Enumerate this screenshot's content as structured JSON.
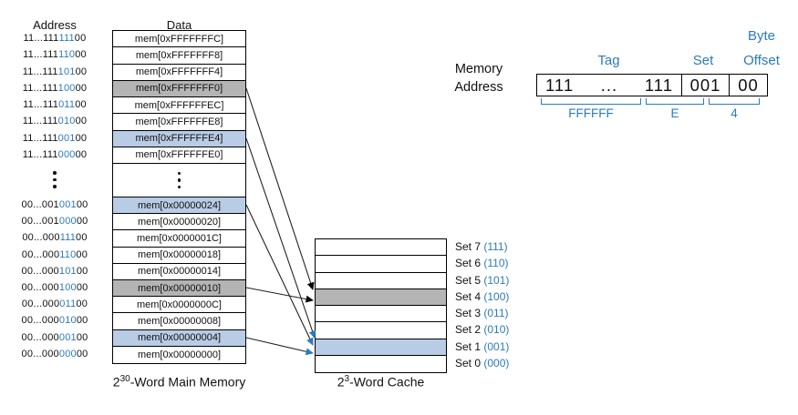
{
  "colors": {
    "accent_blue": "#2B7BBE",
    "highlight_blue": "#B9CCE5",
    "highlight_gray": "#B4B4B4",
    "line": "#000000"
  },
  "headers": {
    "address": "Address",
    "data": "Data"
  },
  "memory": {
    "caption_base": "2",
    "caption_exp": "30",
    "caption_rest": "-Word Main Memory",
    "rows_top": [
      {
        "pre": "11...111",
        "set": "111",
        "off": "00",
        "data": "mem[0xFFFFFFFC]",
        "hl": "none"
      },
      {
        "pre": "11...111",
        "set": "110",
        "off": "00",
        "data": "mem[0xFFFFFFF8]",
        "hl": "none"
      },
      {
        "pre": "11...111",
        "set": "101",
        "off": "00",
        "data": "mem[0xFFFFFFF4]",
        "hl": "none"
      },
      {
        "pre": "11...111",
        "set": "100",
        "off": "00",
        "data": "mem[0xFFFFFFF0]",
        "hl": "gray"
      },
      {
        "pre": "11...111",
        "set": "011",
        "off": "00",
        "data": "mem[0xFFFFFFEC]",
        "hl": "none"
      },
      {
        "pre": "11...111",
        "set": "010",
        "off": "00",
        "data": "mem[0xFFFFFFE8]",
        "hl": "none"
      },
      {
        "pre": "11...111",
        "set": "001",
        "off": "00",
        "data": "mem[0xFFFFFFE4]",
        "hl": "blue"
      },
      {
        "pre": "11...111",
        "set": "000",
        "off": "00",
        "data": "mem[0xFFFFFFE0]",
        "hl": "none"
      }
    ],
    "rows_bottom": [
      {
        "pre": "00...001",
        "set": "001",
        "off": "00",
        "data": "mem[0x00000024]",
        "hl": "blue"
      },
      {
        "pre": "00...001",
        "set": "000",
        "off": "00",
        "data": "mem[0x00000020]",
        "hl": "none"
      },
      {
        "pre": "00...000",
        "set": "111",
        "off": "00",
        "data": "mem[0x0000001C]",
        "hl": "none"
      },
      {
        "pre": "00...000",
        "set": "110",
        "off": "00",
        "data": "mem[0x00000018]",
        "hl": "none"
      },
      {
        "pre": "00...000",
        "set": "101",
        "off": "00",
        "data": "mem[0x00000014]",
        "hl": "none"
      },
      {
        "pre": "00...000",
        "set": "100",
        "off": "00",
        "data": "mem[0x00000010]",
        "hl": "gray"
      },
      {
        "pre": "00...000",
        "set": "011",
        "off": "00",
        "data": "mem[0x0000000C]",
        "hl": "none"
      },
      {
        "pre": "00...000",
        "set": "010",
        "off": "00",
        "data": "mem[0x00000008]",
        "hl": "none"
      },
      {
        "pre": "00...000",
        "set": "001",
        "off": "00",
        "data": "mem[0x00000004]",
        "hl": "blue"
      },
      {
        "pre": "00...000",
        "set": "000",
        "off": "00",
        "data": "mem[0x00000000]",
        "hl": "none"
      }
    ]
  },
  "cache": {
    "caption_base": "2",
    "caption_exp": "3",
    "caption_rest": "-Word Cache",
    "sets": [
      {
        "label": "Set 7 ",
        "bits": "(111)",
        "hl": "none"
      },
      {
        "label": "Set 6 ",
        "bits": "(110)",
        "hl": "none"
      },
      {
        "label": "Set 5 ",
        "bits": "(101)",
        "hl": "none"
      },
      {
        "label": "Set 4 ",
        "bits": "(100)",
        "hl": "gray"
      },
      {
        "label": "Set 3 ",
        "bits": "(011)",
        "hl": "none"
      },
      {
        "label": "Set 2 ",
        "bits": "(010)",
        "hl": "none"
      },
      {
        "label": "Set 1 ",
        "bits": "(001)",
        "hl": "blue"
      },
      {
        "label": "Set 0 ",
        "bits": "(000)",
        "hl": "none"
      }
    ]
  },
  "address_box": {
    "label_line1": "Memory",
    "label_line2": "Address",
    "byte_label": "Byte",
    "tag_label": "Tag",
    "set_label": "Set",
    "offset_label": "Offset",
    "tag_left": "111",
    "tag_dots": "...",
    "tag_right": "111",
    "set_value": "001",
    "offset_value": "00",
    "hex_tag": "FFFFFF",
    "hex_mid": "E",
    "hex_low": "4"
  }
}
